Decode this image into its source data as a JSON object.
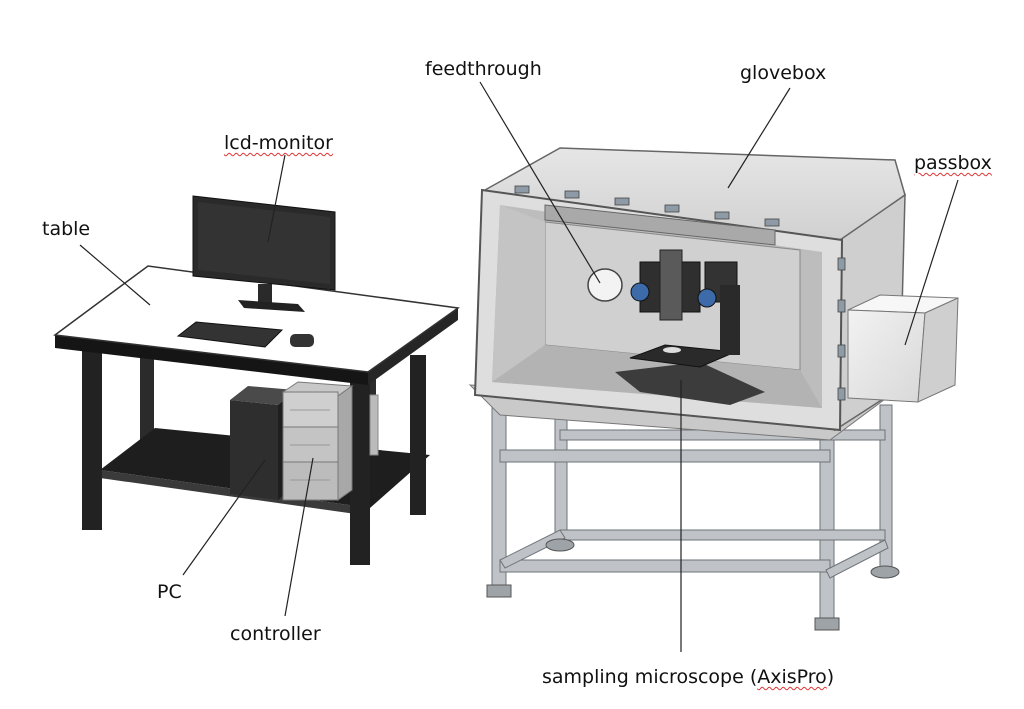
{
  "labels": {
    "lcd_monitor": "lcd-monitor",
    "table": "table",
    "pc": "PC",
    "controller": "controller",
    "feedthrough": "feedthrough",
    "glovebox": "glovebox",
    "passbox": "passbox",
    "sampling_microscope_prefix": "sampling microscope (",
    "sampling_microscope_name": "AxisPro",
    "sampling_microscope_suffix": ")"
  },
  "colors": {
    "background": "#ffffff",
    "leader_line": "#222222",
    "spellcheck_underline": "#dd3333"
  }
}
